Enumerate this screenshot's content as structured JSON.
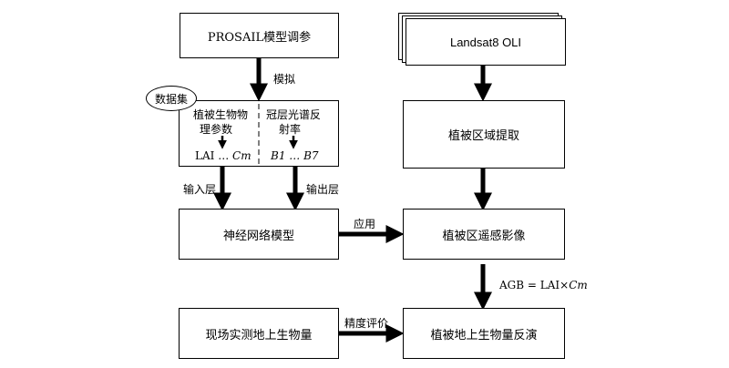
{
  "nodes": {
    "prosail": "PROSAIL模型调参",
    "landsat": "Landsat8 OLI",
    "veg_extract": "植被区域提取",
    "nn_model": "神经网络模型",
    "veg_image": "植被区遥感影像",
    "field": "现场实测地上生物量",
    "inversion": "植被地上生物量反演"
  },
  "dataset": {
    "tag": "数据集",
    "left_line1": "植被生物物",
    "left_line2": "理参数",
    "left_vars_a": "LAI … ",
    "left_vars_b": "Cm",
    "right_line1": "冠层光谱反",
    "right_line2": "射率",
    "right_vars": "B1 … B7"
  },
  "edges": {
    "simulate": "模拟",
    "input_layer": "输入层",
    "output_layer": "输出层",
    "apply": "应用",
    "agb_formula_a": "AGB = LAI×",
    "agb_formula_b": "Cm",
    "accuracy": "精度评价"
  }
}
